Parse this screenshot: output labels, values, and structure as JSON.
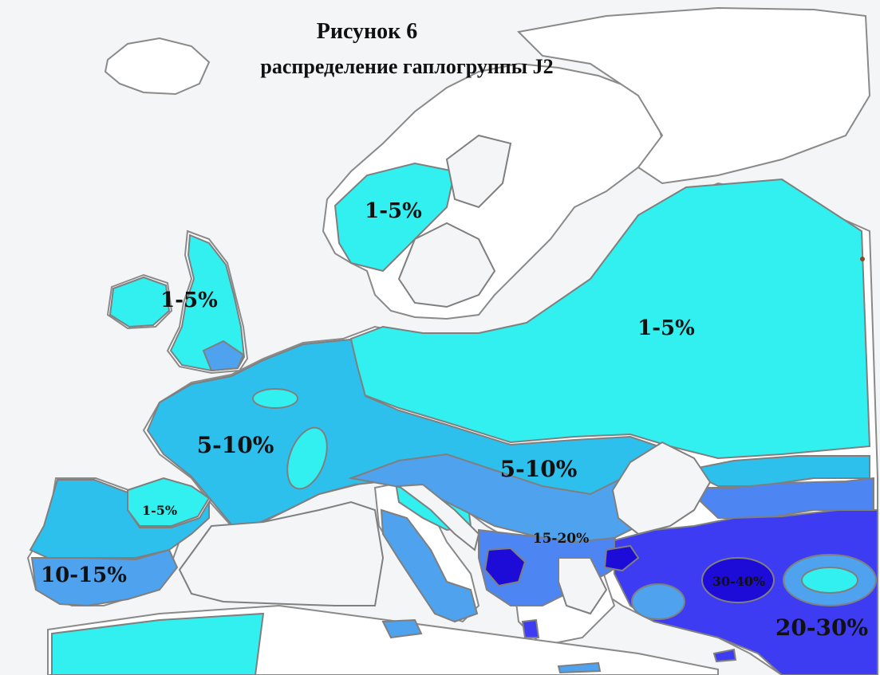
{
  "title": {
    "line1": "Рисунок 6",
    "line2": "распределение гаплогруппы J2"
  },
  "legend_colors": {
    "land": "#ffffff",
    "sea": "#f4f5f7",
    "band_1_5": "#33f0f0",
    "band_5_10": "#2ec0ec",
    "band_10_15": "#4ea2ee",
    "band_15_20": "#4d86f2",
    "band_20_30": "#3d3cf2",
    "band_30_40": "#1d0cd8",
    "border": "#7f7f7f"
  },
  "regions": [
    {
      "label": "1-5%",
      "area": "scandinavia"
    },
    {
      "label": "1-5%",
      "area": "british-isles"
    },
    {
      "label": "1-5%",
      "area": "eastern-europe"
    },
    {
      "label": "5-10%",
      "area": "western-europe"
    },
    {
      "label": "5-10%",
      "area": "central-europe"
    },
    {
      "label": "1-5%",
      "area": "northern-iberia"
    },
    {
      "label": "10-15%",
      "area": "southern-iberia"
    },
    {
      "label": "15-20%",
      "area": "balkans"
    },
    {
      "label": "30-40%",
      "area": "anatolia-core"
    },
    {
      "label": "20-30%",
      "area": "anatolia-caucasus"
    }
  ]
}
